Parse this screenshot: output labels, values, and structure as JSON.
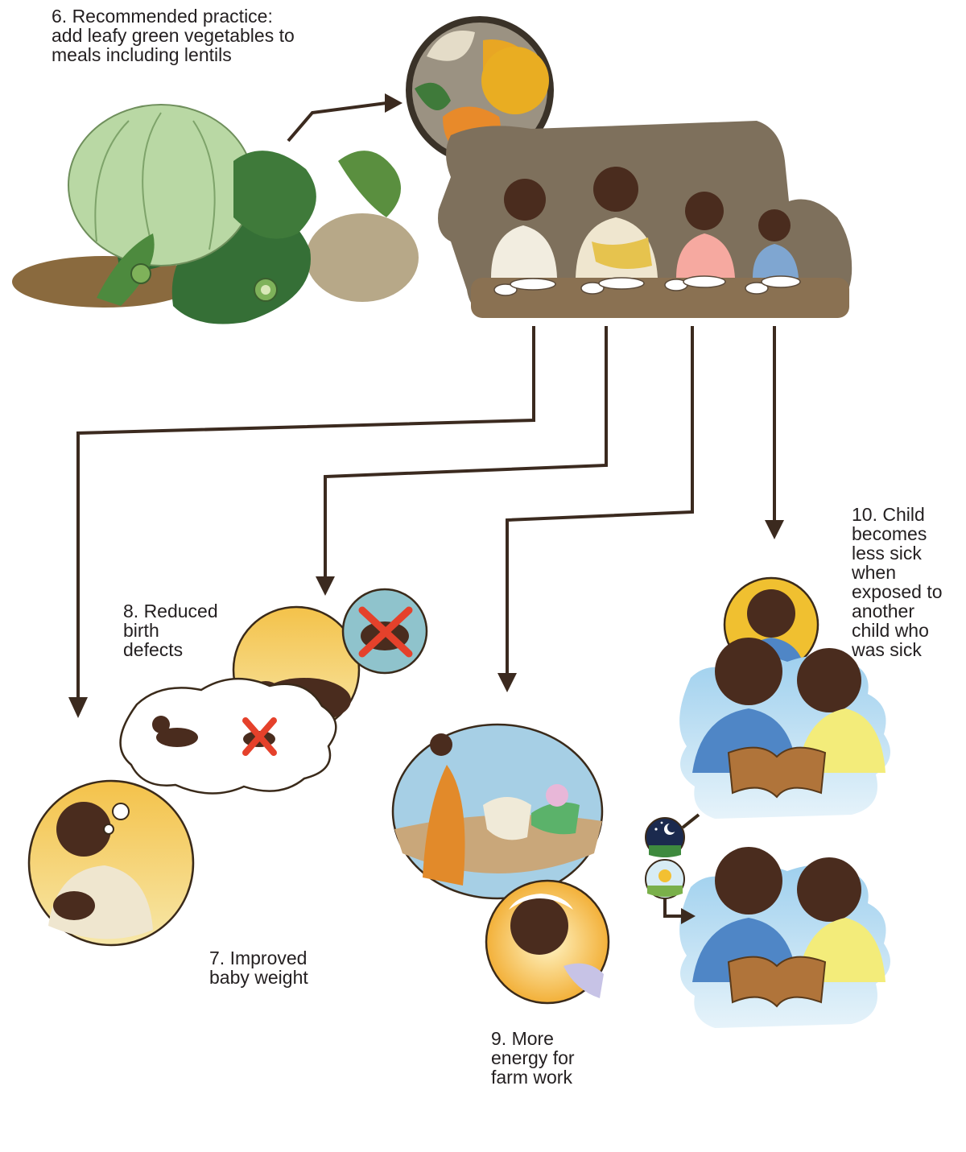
{
  "steps": {
    "practice": "6. Recommended practice:\nadd leafy green vegetables to\nmeals including lentils",
    "baby_weight": "7. Improved\nbaby weight",
    "birth_defects": "8. Reduced\nbirth\ndefects",
    "farm_energy": "9. More\nenergy for\nfarm work",
    "less_sick": "10. Child\nbecomes\nless sick\nwhen\nexposed to\nanother\nchild who\nwas sick"
  },
  "colors": {
    "arrow": "#3b2a1f",
    "table": "#8a7152",
    "wall": "#7e705c",
    "skin": "#4a2c1e",
    "sky": "#bfe0f2",
    "sun": "#f2b32a",
    "cross": "#e5412b",
    "cabbage": "#b9d8a4",
    "leaf": "#3f7a3a"
  },
  "icons": [
    "vegetables-illustration",
    "meal-bowl-illustration",
    "family-meal-illustration",
    "sleeping-baby-illustration",
    "mother-baby-illustration",
    "farm-work-illustration",
    "children-reading-illustration",
    "night-icon",
    "day-icon",
    "cross-icon"
  ]
}
